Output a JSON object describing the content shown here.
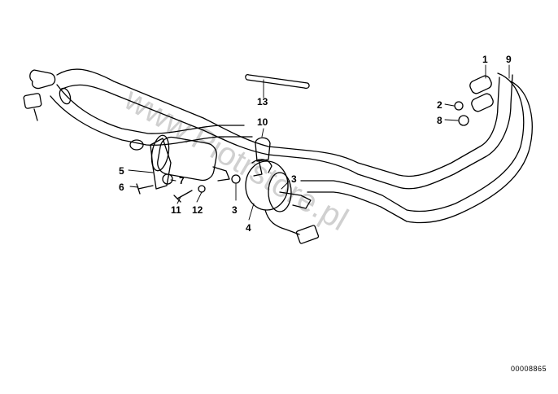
{
  "watermark": "www.Piotrstore.pl",
  "catalog_number": "00008865",
  "callouts": {
    "c1": "1",
    "c2": "2",
    "c3a": "3",
    "c3b": "3",
    "c4": "4",
    "c5": "5",
    "c6": "6",
    "c7": "7",
    "c8": "8",
    "c9": "9",
    "c10": "10",
    "c11": "11",
    "c12": "12",
    "c13": "13"
  }
}
